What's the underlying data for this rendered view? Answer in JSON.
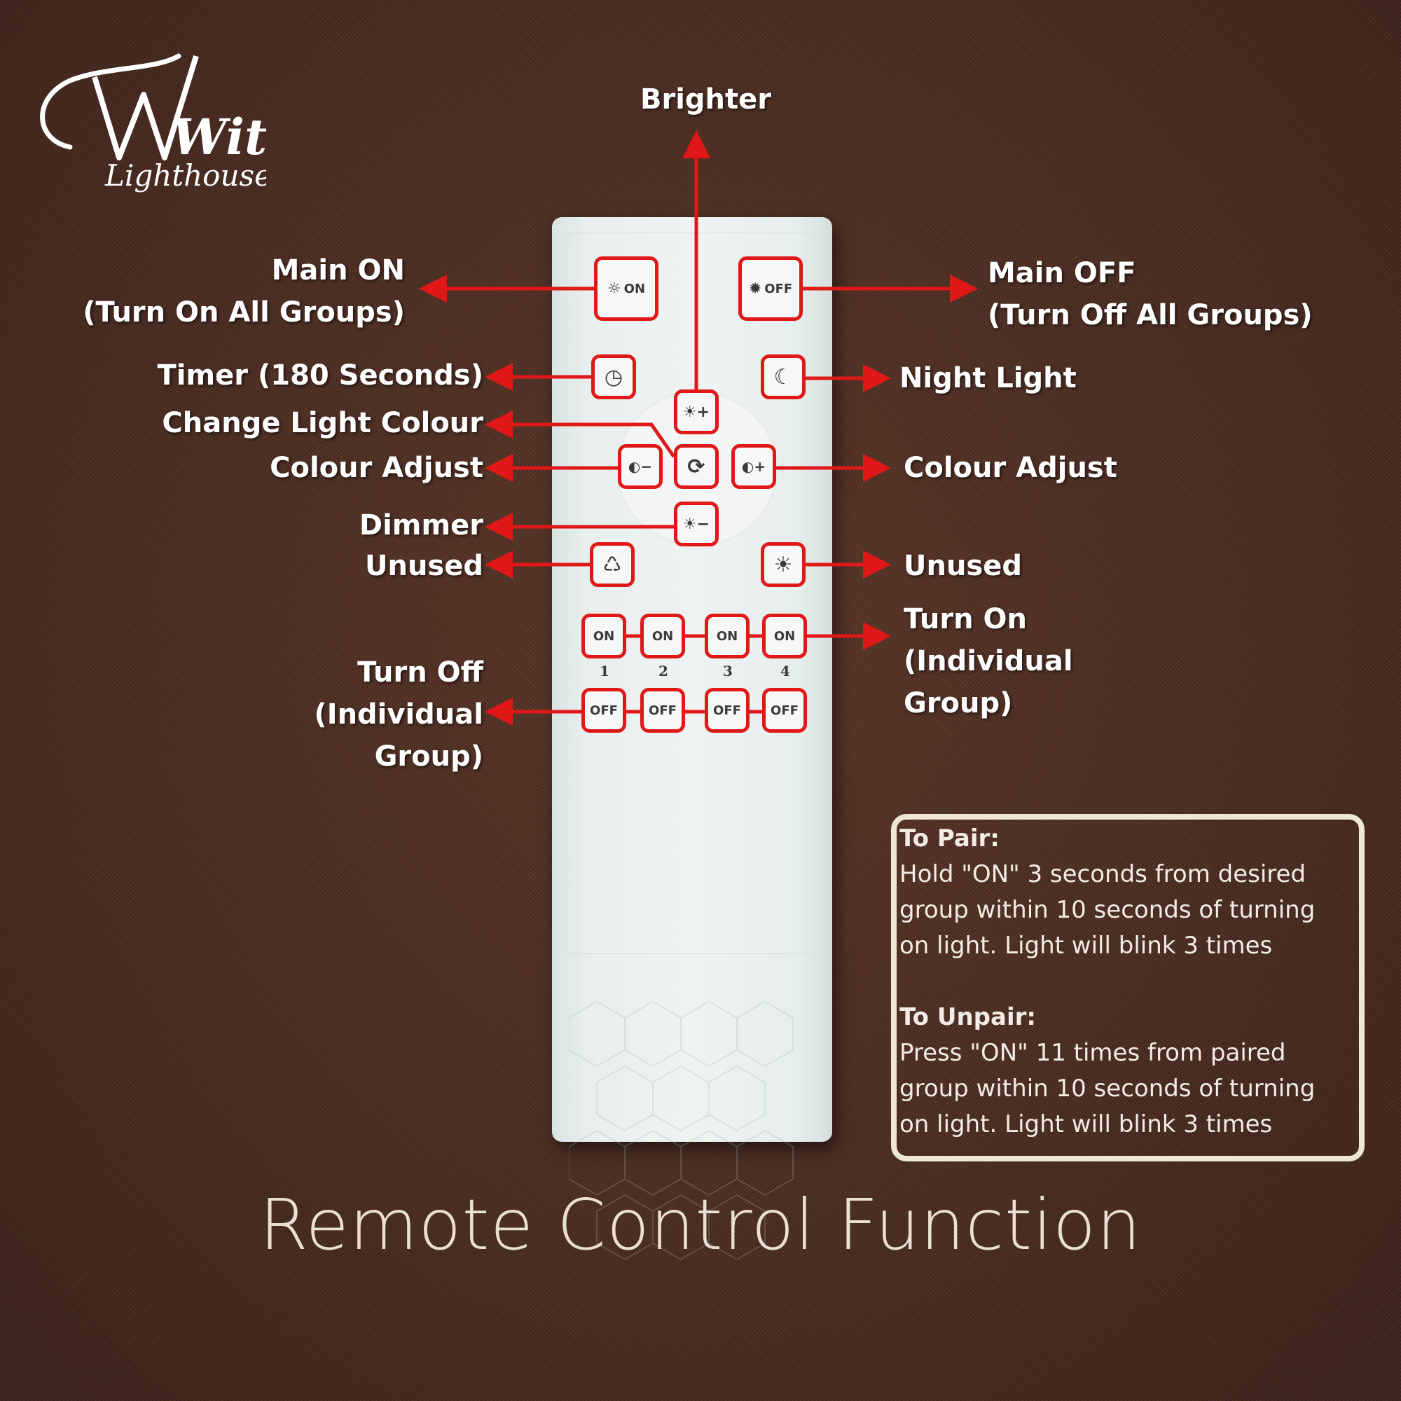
{
  "logo": {
    "brand": "Wit's",
    "sub": "Lighthouse"
  },
  "labels": {
    "brighter": "Brighter",
    "main_on_1": "Main ON",
    "main_on_2": "(Turn On All Groups)",
    "main_off_1": "Main OFF",
    "main_off_2": "(Turn Off All Groups)",
    "timer": "Timer (180 Seconds)",
    "night_light": "Night Light",
    "change_colour": "Change Light Colour",
    "colour_adjust_left": "Colour Adjust",
    "colour_adjust_right": "Colour Adjust",
    "dimmer": "Dimmer",
    "unused_left": "Unused",
    "unused_right": "Unused",
    "turn_on_1": "Turn On",
    "turn_on_2": "(Individual",
    "turn_on_3": "Group)",
    "turn_off_1": "Turn Off",
    "turn_off_2": "(Individual",
    "turn_off_3": "Group)"
  },
  "remote": {
    "main_on": "ON",
    "main_off": "OFF",
    "groups": [
      {
        "on": "ON",
        "num": "1",
        "off": "OFF"
      },
      {
        "on": "ON",
        "num": "2",
        "off": "OFF"
      },
      {
        "on": "ON",
        "num": "3",
        "off": "OFF"
      },
      {
        "on": "ON",
        "num": "4",
        "off": "OFF"
      }
    ],
    "icons": [
      "sun-outline-icon",
      "sun-filled-icon",
      "clock-icon",
      "moon-star-icon",
      "brightness-up-icon",
      "cycle-icon",
      "colour-temp-minus-icon",
      "colour-temp-plus-icon",
      "brightness-down-icon",
      "recycle-icon",
      "bulb-icon"
    ]
  },
  "info": {
    "pair_title": "To Pair:",
    "pair_1": "Hold \"ON\" 3 seconds from desired",
    "pair_2": "group  within 10 seconds of turning",
    "pair_3": "on light. Light will blink 3 times",
    "unpair_title": "To Unpair:",
    "unpair_1": "Press \"ON\" 11 times from paired",
    "unpair_2": "group within 10 seconds of turning",
    "unpair_3": "on light. Light will blink 3 times"
  },
  "title": "Remote Control Function",
  "colors": {
    "accent": "#e01818",
    "background": "#4a2a1f",
    "remote": "#eef3f2"
  }
}
